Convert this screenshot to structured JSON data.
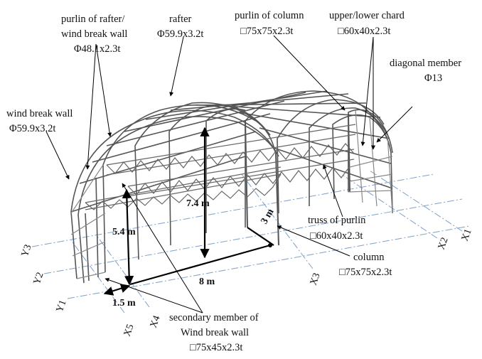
{
  "labels": {
    "purlin_rafter_l1": "purlin of rafter/",
    "purlin_rafter_l2": "wind break wall",
    "purlin_rafter_l3": "Φ48.1x2.3t",
    "rafter_l1": "rafter",
    "rafter_l2": "Φ59.9x3.2t",
    "purlin_column_l1": "purlin of column",
    "purlin_column_l2": "□75x75x2.3t",
    "chard_l1": "upper/lower chard",
    "chard_l2": "□60x40x2.3t",
    "diagonal_l1": "diagonal member",
    "diagonal_l2": "Φ13",
    "windbreak_l1": "wind break wall",
    "windbreak_l2": "Φ59.9x3.2t",
    "truss_l1": "truss of purlin",
    "truss_l2": "□60x40x2.3t",
    "column_l1": "column",
    "column_l2": "□75x75x2.3t",
    "secondary_l1": "secondary member of",
    "secondary_l2": "Wind break wall",
    "secondary_l3": "□75x45x2.3t"
  },
  "dimensions": {
    "height_total": "7.4 m",
    "height_wall": "5.4 m",
    "span": "8 m",
    "bay": "3 m",
    "offset": "1.5 m"
  },
  "axes": {
    "y3": "Y3",
    "y2": "Y2",
    "y1": "Y1",
    "x5": "X5",
    "x4": "X4",
    "x3": "X3",
    "x2": "X2",
    "x1": "X1"
  },
  "colors": {
    "frame": "#555555",
    "frame_light": "#8a8a8a",
    "axis_line": "#7fa0c8",
    "dimension": "#000000"
  }
}
